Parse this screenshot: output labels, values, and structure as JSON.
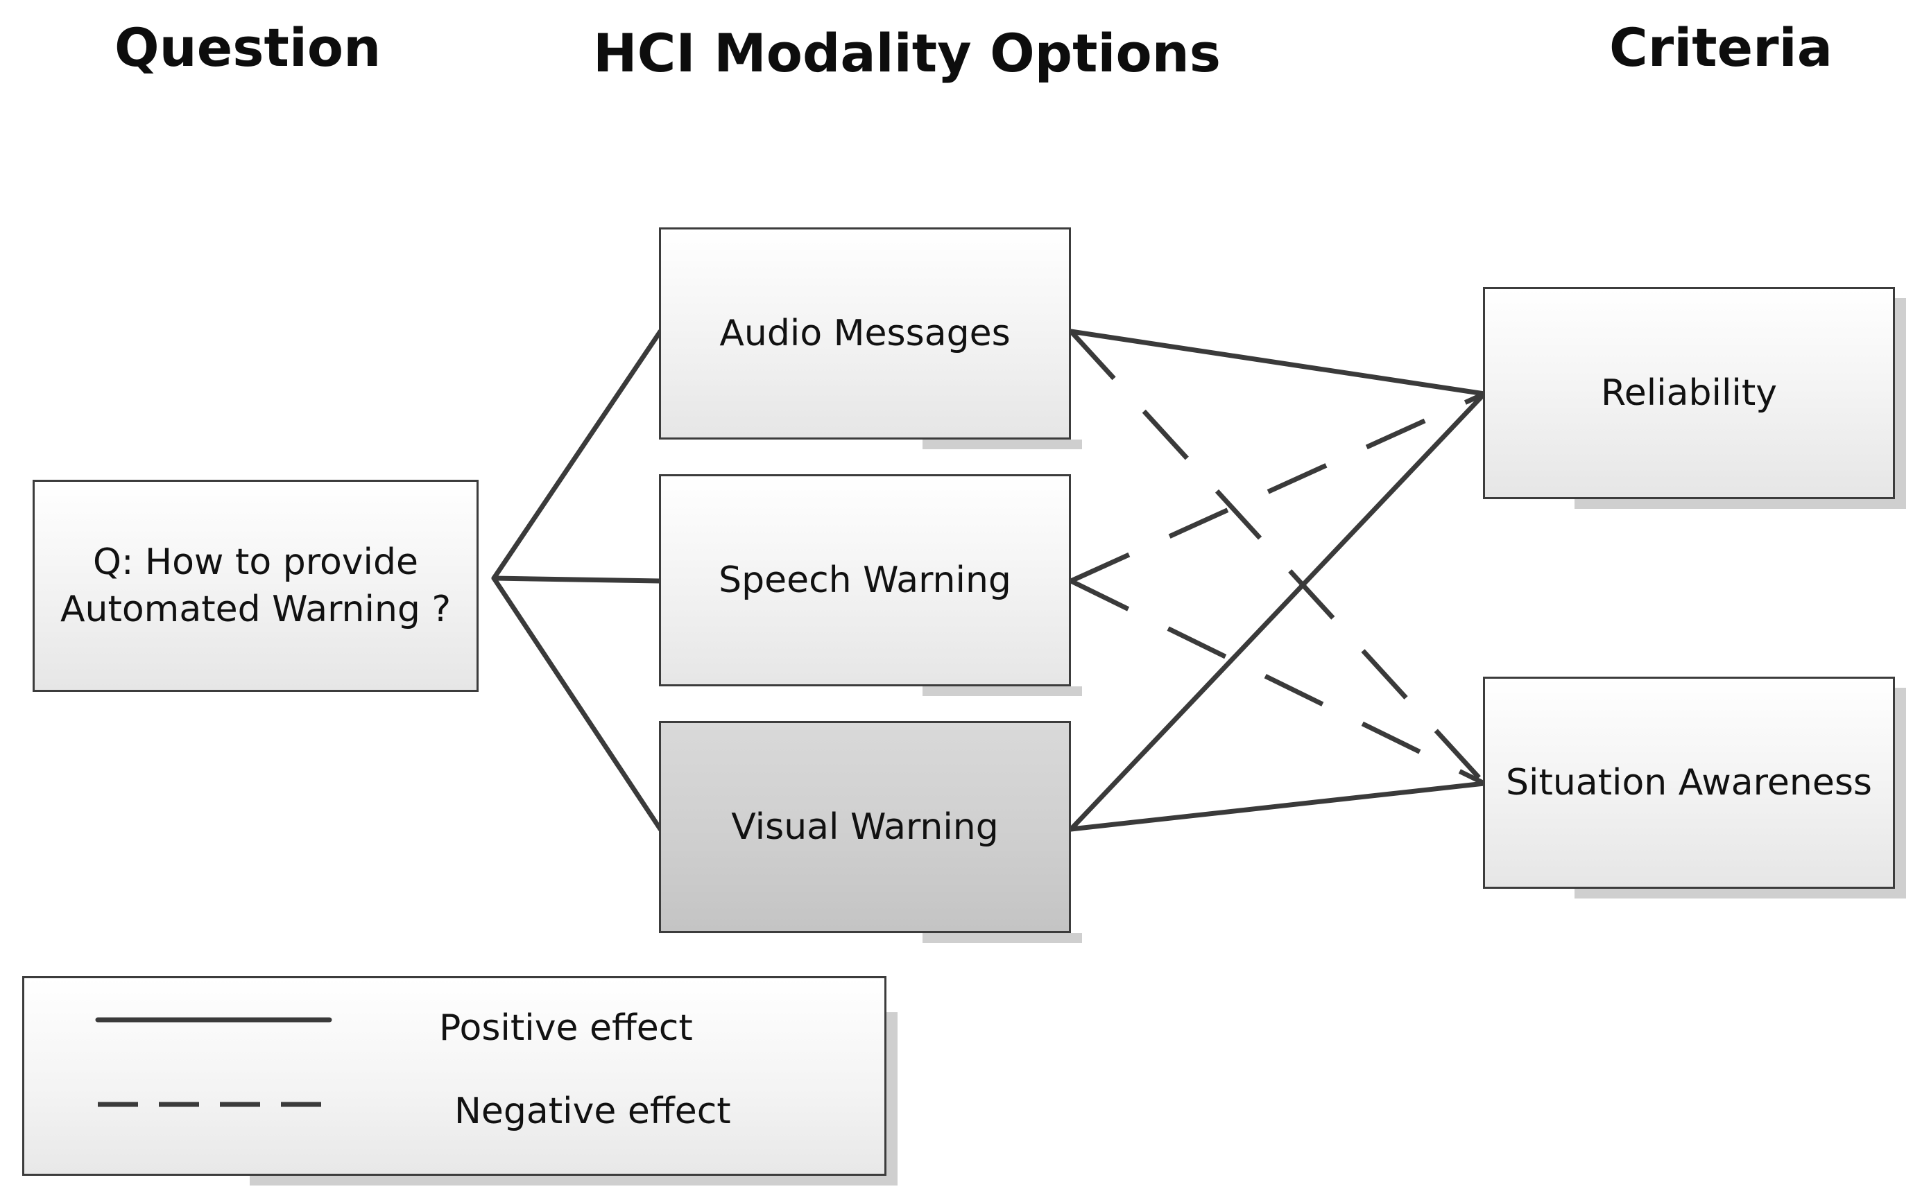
{
  "headers": {
    "question": "Question",
    "options": "HCI Modality Options",
    "criteria": "Criteria"
  },
  "question_node": {
    "line1": "Q: How to provide",
    "line2": "Automated Warning ?"
  },
  "options": [
    {
      "label": "Audio Messages",
      "highlighted": false
    },
    {
      "label": "Speech Warning",
      "highlighted": false
    },
    {
      "label": "Visual Warning",
      "highlighted": true
    }
  ],
  "criteria": [
    {
      "label": "Reliability"
    },
    {
      "label": "Situation Awareness"
    }
  ],
  "edges": [
    {
      "from": "Q: How to provide Automated Warning ?",
      "to": "Audio Messages",
      "effect": "link"
    },
    {
      "from": "Q: How to provide Automated Warning ?",
      "to": "Speech Warning",
      "effect": "link"
    },
    {
      "from": "Q: How to provide Automated Warning ?",
      "to": "Visual Warning",
      "effect": "link"
    },
    {
      "from": "Audio Messages",
      "to": "Reliability",
      "effect": "positive"
    },
    {
      "from": "Audio Messages",
      "to": "Situation Awareness",
      "effect": "negative"
    },
    {
      "from": "Speech Warning",
      "to": "Reliability",
      "effect": "negative"
    },
    {
      "from": "Speech Warning",
      "to": "Situation Awareness",
      "effect": "negative"
    },
    {
      "from": "Visual Warning",
      "to": "Reliability",
      "effect": "positive"
    },
    {
      "from": "Visual Warning",
      "to": "Situation Awareness",
      "effect": "positive"
    }
  ],
  "legend": {
    "positive_label": "Positive effect",
    "negative_label": "Negative effect"
  },
  "colors": {
    "line": "#3a3a3a",
    "border": "#3c3c3c",
    "highlight_fill": "#cfcfcf",
    "shadow": "#cfcfcf"
  }
}
